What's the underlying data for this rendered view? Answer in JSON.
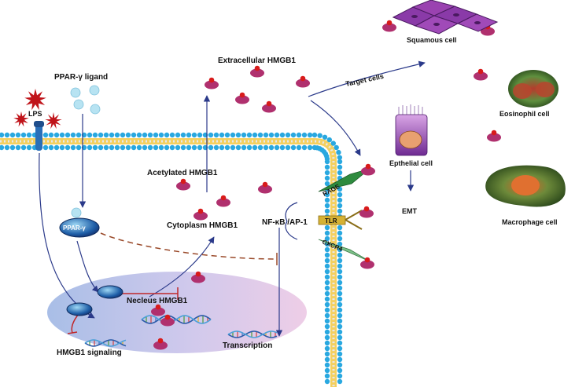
{
  "labels": {
    "ppar_ligand": "PPAR-γ ligand",
    "lps": "LPS",
    "extracellular": "Extracellular HMGB1",
    "target_cells": "Target cells",
    "squamous": "Squamous cell",
    "eosinophil": "Eosinophil cell",
    "epithelial": "Epthelial cell",
    "emt": "EMT",
    "macrophage": "Macrophage cell",
    "acetylated": "Acetylated HMGB1",
    "cytoplasm": "Cytoplasm HMGB1",
    "nfkb": "NF-κB /AP-1",
    "rage": "RAGE",
    "tlr": "TLR",
    "cxcr4": "CXCR4",
    "ppar": "PPAR-γ",
    "nucleus": "Necleus HMGB1",
    "hmgb1_signaling": "HMGB1 signaling",
    "transcription": "Transcription"
  },
  "colors": {
    "hmgb1_body": "#b0306e",
    "hmgb1_head": "#d81b1b",
    "membrane": "#29a8e0",
    "membrane_core": "#f4d060",
    "arrow": "#2b3a8a",
    "inhibit": "#c0282a",
    "nucleus_fill": "#c8c3e6",
    "receptor_green": "#2e8b3e",
    "receptor_yellow": "#d6b234"
  }
}
